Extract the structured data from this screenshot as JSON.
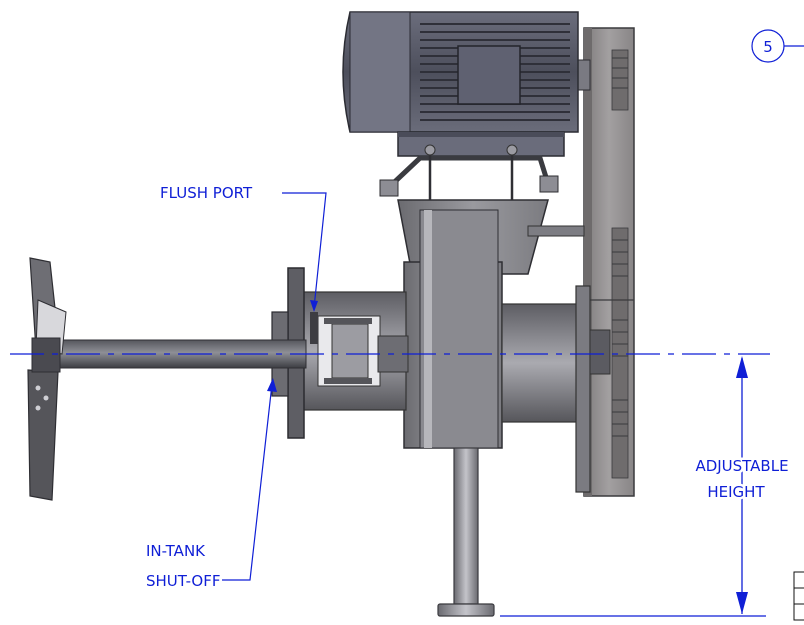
{
  "colors": {
    "annotation": "#0f1fd6",
    "metal_dark": "#3f4046",
    "metal_mid": "#77787f",
    "metal_light": "#b9b9bf",
    "motor": "#5a5c6a",
    "guard": "#8f8c8d"
  },
  "balloon": {
    "number": "5"
  },
  "callouts": {
    "flush_port": "FLUSH PORT",
    "in_tank_line1": "IN-TANK",
    "in_tank_line2": "SHUT-OFF",
    "adjustable_line1": "ADJUSTABLE",
    "adjustable_line2": "HEIGHT"
  }
}
